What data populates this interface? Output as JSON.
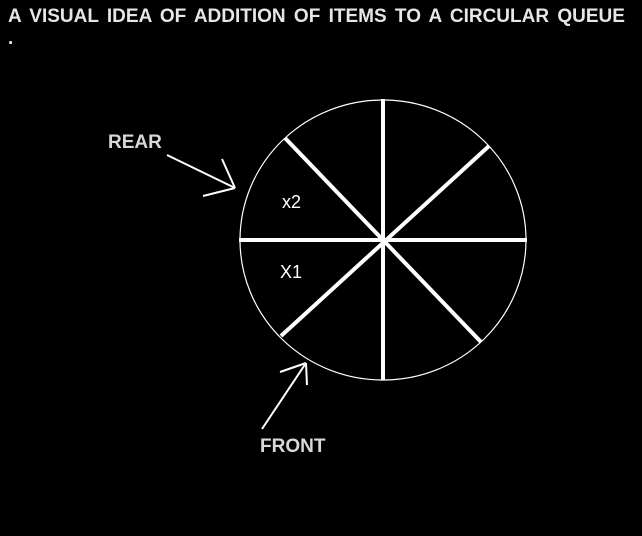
{
  "title": "A VISUAL IDEA OF ADDITION OF ITEMS TO A CIRCULAR QUEUE .",
  "labels": {
    "rear": "REAR",
    "front": "FRONT"
  },
  "cells": {
    "x2": "x2",
    "x1": "X1"
  },
  "colors": {
    "background": "#000000",
    "foreground": "#ffffff"
  }
}
